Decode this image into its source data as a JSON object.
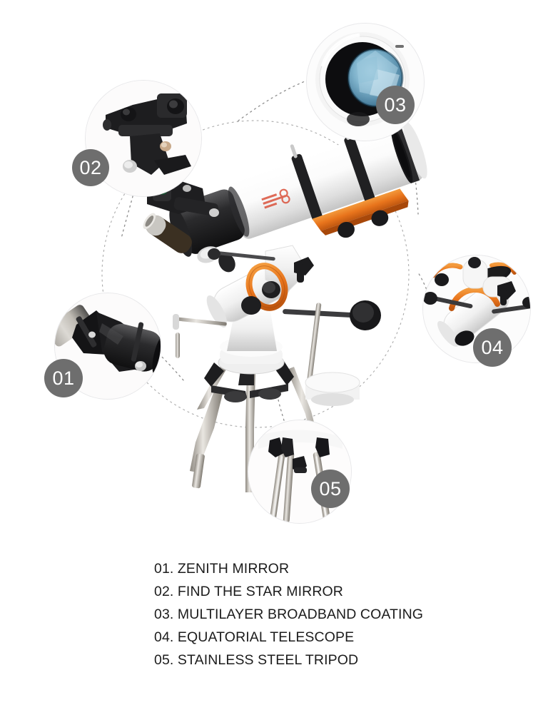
{
  "page": {
    "background_color": "#ffffff",
    "badge_color": "#6e6e6e",
    "badge_text_color": "#ffffff",
    "accent_color": "#e8741c",
    "lens_coating_color": "#7fb3cc"
  },
  "product": {
    "name": "equatorial refractor telescope",
    "tube_color": "#f6f6f6",
    "mount_color": "#f2f2f2",
    "trim_color": "#e8741c"
  },
  "callouts": [
    {
      "id": "01",
      "number": "01",
      "label": "ZENITH MIRROR",
      "detail": "zenith-mirror-closeup"
    },
    {
      "id": "02",
      "number": "02",
      "label": "FIND THE STAR MIRROR",
      "detail": "finder-mirror-closeup"
    },
    {
      "id": "03",
      "number": "03",
      "label": "MULTILAYER BROADBAND COATING",
      "detail": "objective-lens-coating-closeup"
    },
    {
      "id": "04",
      "number": "04",
      "label": "EQUATORIAL TELESCOPE",
      "detail": "equatorial-mount-closeup"
    },
    {
      "id": "05",
      "number": "05",
      "label": "STAINLESS STEEL TRIPOD",
      "detail": "tripod-legs-closeup"
    }
  ],
  "caption_list": [
    "01. ZENITH MIRROR",
    "02. FIND THE STAR MIRROR",
    "03. MULTILAYER BROADBAND COATING",
    "04. EQUATORIAL TELESCOPE",
    "05. STAINLESS STEEL TRIPOD"
  ]
}
